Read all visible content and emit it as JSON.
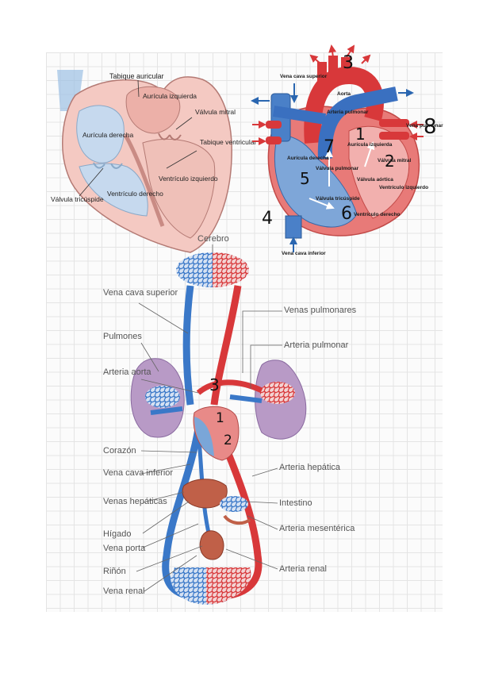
{
  "colors": {
    "arterial": "#d8383a",
    "venous": "#3a78c8",
    "heart_tissue": "#f4c9c2",
    "lung": "#a98ab8",
    "liver": "#c06048",
    "septum": "#e8e8e8"
  },
  "heart_diagram": {
    "labels": {
      "tabique_auricular": "Tabique auricular",
      "auricula_izquierda": "Aurícula izquierda",
      "valvula_mitral": "Válvula mitral",
      "auricula_derecha": "Aurícula derecha",
      "tabique_ventricular": "Tabique ventricular",
      "ventriculo_izquierdo": "Ventrículo izquierdo",
      "valvula_tricuspide": "Válvula tricúspide",
      "ventriculo_derecho": "Ventrículo derecho"
    }
  },
  "heart_flow_diagram": {
    "labels": {
      "vena_cava_superior": "Vena cava superior",
      "aorta": "Aorta",
      "arteria_pulmonar": "Arteria pulmonar",
      "vena_pulmonar": "Vena pulmonar",
      "auricula_izquierda": "Aurícula izquierda",
      "auricula_derecha": "Aurícula derecha",
      "valvula_pulmonar": "Válvula pulmonar",
      "valvula_mitral": "Válvula mitral",
      "valvula_aortica": "Válvula aórtica",
      "ventriculo_izquierdo": "Ventrículo izquierdo",
      "valvula_tricuspide": "Válvula tricúspide",
      "ventriculo_derecho": "Ventrículo derecho",
      "vena_cava_inferior": "Vena cava inferior"
    },
    "handwritten": {
      "n3": "3",
      "n8": "8",
      "n1": "1",
      "n7": "7",
      "n2": "2",
      "n5": "5",
      "n6": "6",
      "n4": "4"
    }
  },
  "circulation_diagram": {
    "labels": {
      "cerebro": "Cerebro",
      "vena_cava_superior": "Vena cava superior",
      "venas_pulmonares": "Venas pulmonares",
      "pulmones": "Pulmones",
      "arteria_pulmonar": "Arteria pulmonar",
      "arteria_aorta": "Arteria aorta",
      "corazon": "Corazón",
      "arteria_hepatica": "Arteria hepática",
      "vena_cava_inferior": "Vena cava inferior",
      "venas_hepaticas": "Venas hepáticas",
      "intestino": "Intestino",
      "higado": "Hígado",
      "arteria_mesenterica": "Arteria mesentérica",
      "vena_porta": "Vena porta",
      "rinon": "Riñón",
      "arteria_renal": "Arteria renal",
      "vena_renal": "Vena renal"
    },
    "handwritten": {
      "n3": "3",
      "n1": "1",
      "n2": "2"
    }
  }
}
